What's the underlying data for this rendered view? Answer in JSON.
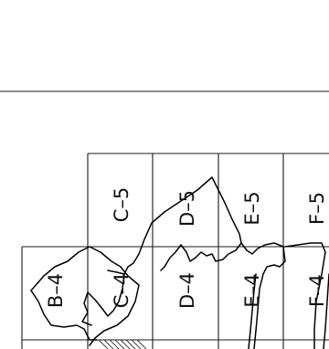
{
  "sheet_index": {
    "cells": [
      {
        "id": "C-5",
        "label": "C–5"
      },
      {
        "id": "D-5",
        "label": "D–5"
      },
      {
        "id": "E-5",
        "label": "E–5"
      },
      {
        "id": "F-5",
        "label": "F–5"
      },
      {
        "id": "B-4",
        "label": "B–4"
      },
      {
        "id": "C-4",
        "label": "C–4"
      },
      {
        "id": "D-4",
        "label": "D–4"
      },
      {
        "id": "E-4",
        "label": "E–4"
      },
      {
        "id": "F-4",
        "label": "F–4"
      }
    ]
  },
  "colors": {
    "line": "#000000",
    "background": "#ffffff"
  }
}
